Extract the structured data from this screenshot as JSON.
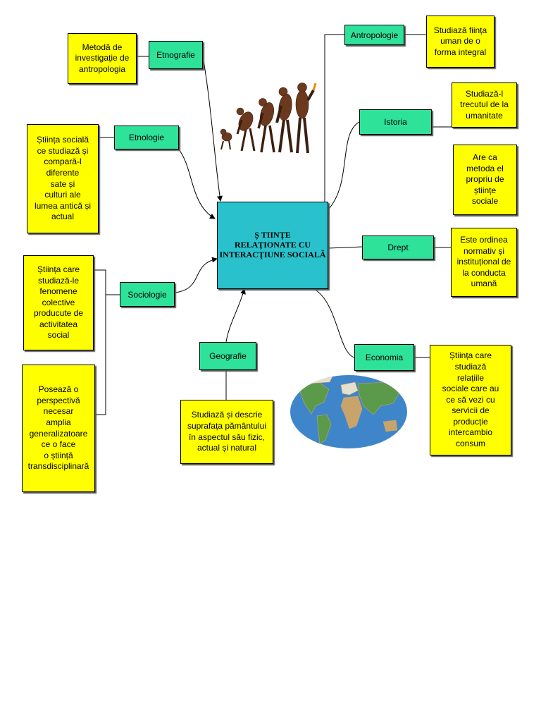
{
  "center": {
    "title": "Ş TIINŢE\nRELAŢIONATE CU\nINTERACŢIUNE SOCIALĂ"
  },
  "branches": {
    "antropologie": {
      "label": "Antropologie",
      "note": "Studiază ființa\numan de o\nforma integral"
    },
    "etnografie": {
      "label": "Etnografie",
      "note": "Metodă de\ninvestigație de\nantropologia"
    },
    "istoria": {
      "label": "Istoria",
      "note1": "Studiază-l\ntrecutul de la\numanitate",
      "note2": "Are ca\nmetoda el\npropriu de\nștiințe\nsociale"
    },
    "etnologie": {
      "label": "Etnologie",
      "note": "Știința socială\nce studiază și\ncompară-l\ndiferente\nsate și\nculturi ale\nlumea antică și\nactual"
    },
    "drept": {
      "label": "Drept",
      "note": "Este ordinea\nnormativ și\ninstituțional de\nla conducta\numană"
    },
    "sociologie": {
      "label": "Sociologie",
      "note1": "Știința care\nstudiază-le\nfenomene\ncolective\nproducute de\nactivitatea\nsocial",
      "note2": "Posează o\nperspectivă\nnecesar\namplia\ngeneralizatoare\nce o face\no știință\ntransdisciplinară"
    },
    "geografie": {
      "label": "Geografie",
      "note": "Studiază și descrie\nsuprafața pământului\nîn aspectul său fizic,\nactual și natural"
    },
    "economia": {
      "label": "Economia",
      "note": "Știința care studiază\nrelațiile\nsociale care au\nce să vezi cu\nservicii de\nproducție\nintercambio\nconsum"
    }
  },
  "images": {
    "evolution": "human-evolution-illustration",
    "world": "world-map-illustration"
  },
  "colors": {
    "node": "#2ee29a",
    "note": "#ffff00",
    "center": "#29c2cc"
  }
}
